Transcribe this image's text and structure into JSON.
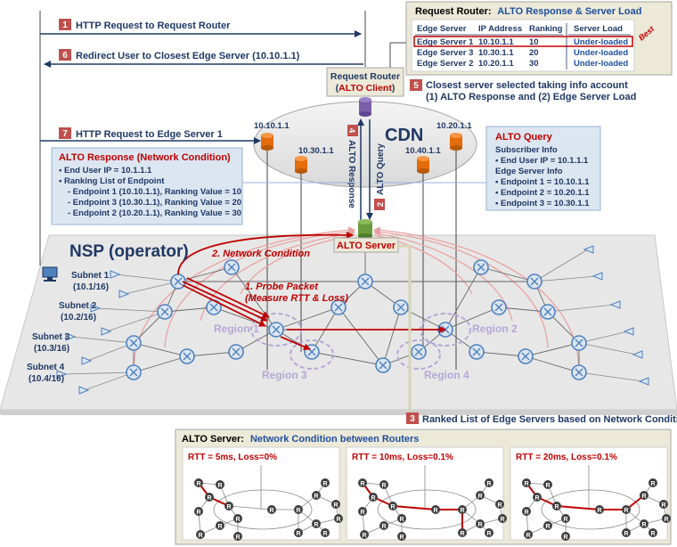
{
  "steps": {
    "s1": {
      "num": "1",
      "text": "HTTP Request to Request Router"
    },
    "s6": {
      "num": "6",
      "text": "Redirect User to Closest Edge Server (10.10.1.1)"
    },
    "s7": {
      "num": "7",
      "text": "HTTP Request to Edge Server 1"
    },
    "s5": {
      "num": "5",
      "line1": "Closest server selected taking info account",
      "line2": "(1) ALTO Response and (2) Edge Server Load"
    },
    "s4": {
      "num": "4",
      "text": "ALTO Response"
    },
    "s2": {
      "num": "2",
      "text": "ALTO Query"
    },
    "s3": {
      "num": "3",
      "text": "Ranked List of Edge Servers based on Network Condition"
    }
  },
  "rr_table": {
    "title_bold": "Request Router:",
    "title_colored": "ALTO Response & Server Load",
    "headers": [
      "Edge Server",
      "IP Address",
      "Ranking",
      "Server Load"
    ],
    "rows": [
      [
        "Edge Server 1",
        "10.10.1.1",
        "10",
        "Under-loaded"
      ],
      [
        "Edge Server 3",
        "10.30.1.1",
        "20",
        "Under-loaded"
      ],
      [
        "Edge Server 2",
        "10.20.1.1",
        "30",
        "Under-loaded"
      ]
    ],
    "best_label": "Best"
  },
  "request_router": {
    "line1": "Request Router",
    "line2_open": "(",
    "line2_colored": "ALTO Client",
    "line2_close": ")"
  },
  "cdn_label": "CDN",
  "edge_ips": {
    "e1": "10.10.1.1",
    "e3": "10.30.1.1",
    "e4": "10.40.1.1",
    "e2": "10.20.1.1"
  },
  "alto_response_box": {
    "title": "ALTO Response (Network Condition)",
    "lines": [
      "▪ End User IP = 10.1.1.1",
      "▪ Ranking List of Endpoint",
      "  - Endpoint 1 (10.10.1.1), Ranking Value = 10",
      "  - Endpoint 3 (10.30.1.1), Ranking Value = 20",
      "  - Endpoint 2 (10.20.1.1), Ranking Value = 30"
    ]
  },
  "alto_query_box": {
    "title": "ALTO Query",
    "lines": [
      "Subscriber Info",
      "▪ End User IP = 10.1.1.1",
      "Edge Server Info",
      "▪ Endpoint 1 = 10.10.1.1",
      "▪ Endpoint 2 = 10.20.1.1",
      "▪ Endpoint 3 = 10.30.1.1"
    ]
  },
  "alto_server_label": "ALTO Server",
  "nsp_label": "NSP (operator)",
  "network_condition_label": "2. Network Condition",
  "probe_label_line1": "1. Probe Packet",
  "probe_label_line2": "(Measure RTT & Loss)",
  "subnets": [
    {
      "name": "Subnet 1",
      "cidr": "(10.1/16)"
    },
    {
      "name": "Subnet 2",
      "cidr": "(10.2/16)"
    },
    {
      "name": "Subnet 3",
      "cidr": "(10.3/16)"
    },
    {
      "name": "Subnet 4",
      "cidr": "(10.4/16)"
    }
  ],
  "regions": [
    "Region 1",
    "Region 2",
    "Region 3",
    "Region 4"
  ],
  "bottom_panel": {
    "title_bold": "ALTO Server:",
    "title_colored": "Network Condition between Routers",
    "panels": [
      {
        "rtt": "RTT = 5ms, Loss=0%"
      },
      {
        "rtt": "RTT = 10ms, Loss=0.1%"
      },
      {
        "rtt": "RTT = 20ms, Loss=0.1%"
      }
    ],
    "router_letter": "R"
  },
  "colors": {
    "badge_red": "#c0504d",
    "navy": "#1f3864",
    "blue_text": "#1f4e9f",
    "dark_red": "#c00000",
    "info_box_fill": "#dce6f1",
    "panel_fill": "#ece9d8",
    "region_purple": "#b7a7d6",
    "router_blue": "#4f81bd"
  }
}
